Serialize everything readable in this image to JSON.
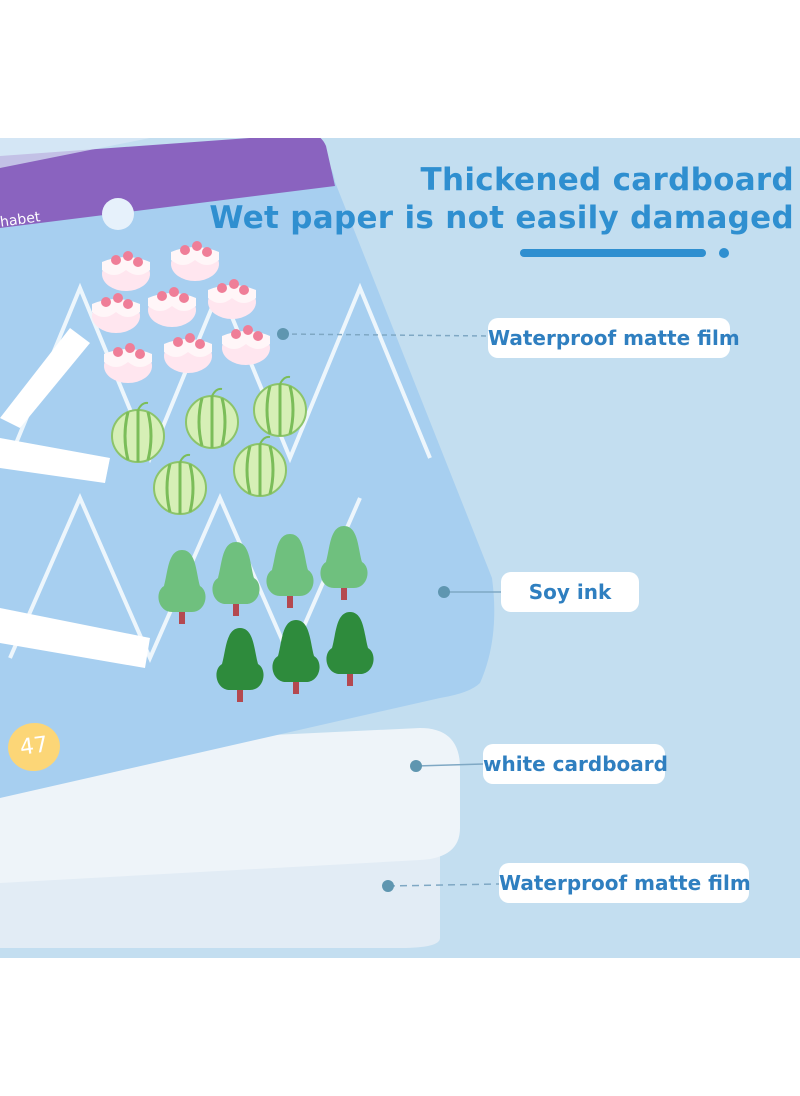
{
  "headline": {
    "line1": "Thickened cardboard",
    "line2": "Wet paper is not easily damaged"
  },
  "callouts": [
    {
      "label": "Waterproof matte film"
    },
    {
      "label": "Soy ink"
    },
    {
      "label": "white cardboard"
    },
    {
      "label": "Waterproof matte film"
    }
  ],
  "card": {
    "tab_text": "habet",
    "page_number": "47"
  },
  "colors": {
    "background": "#c3def0",
    "accent": "#2f8fd0",
    "tab": "#8a63bf",
    "card": "#a7cff0"
  },
  "illustrations": [
    "strawberry-cake-icon",
    "watermelon-icon",
    "tree-icon"
  ]
}
